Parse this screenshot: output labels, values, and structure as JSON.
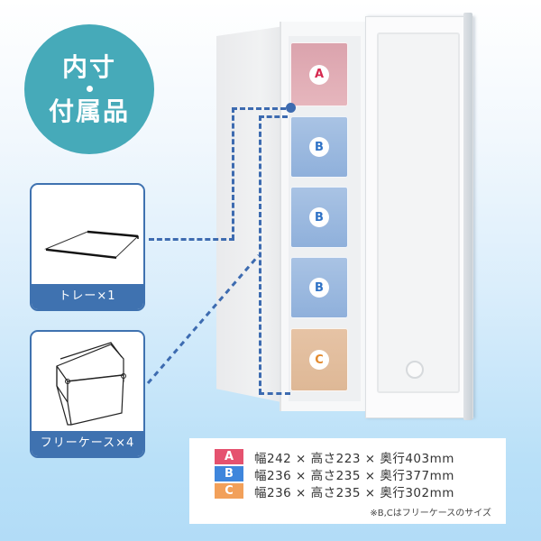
{
  "title": {
    "line1": "内寸",
    "line2": "付属品",
    "color": "#46aab9"
  },
  "accessories": [
    {
      "label": "トレー×1",
      "icon": "tray-icon"
    },
    {
      "label": "フリーケース×4",
      "icon": "free-case-icon"
    }
  ],
  "drawers": [
    {
      "letter": "A",
      "type": "a"
    },
    {
      "letter": "B",
      "type": "b"
    },
    {
      "letter": "B",
      "type": "b"
    },
    {
      "letter": "B",
      "type": "b"
    },
    {
      "letter": "C",
      "type": "c"
    }
  ],
  "legend": {
    "rows": [
      {
        "key": "A",
        "color": "#e5526f",
        "text": "幅242 × 高さ223 × 奥行403mm"
      },
      {
        "key": "B",
        "color": "#3f86dc",
        "text": "幅236 × 高さ235 × 奥行377mm"
      },
      {
        "key": "C",
        "color": "#f2a05a",
        "text": "幅236 × 高さ235 × 奥行302mm"
      }
    ],
    "note": "※B,Cはフリーケースのサイズ"
  },
  "colors": {
    "accent_blue": "#3f72b0",
    "leader_line": "#3d6bb0"
  }
}
